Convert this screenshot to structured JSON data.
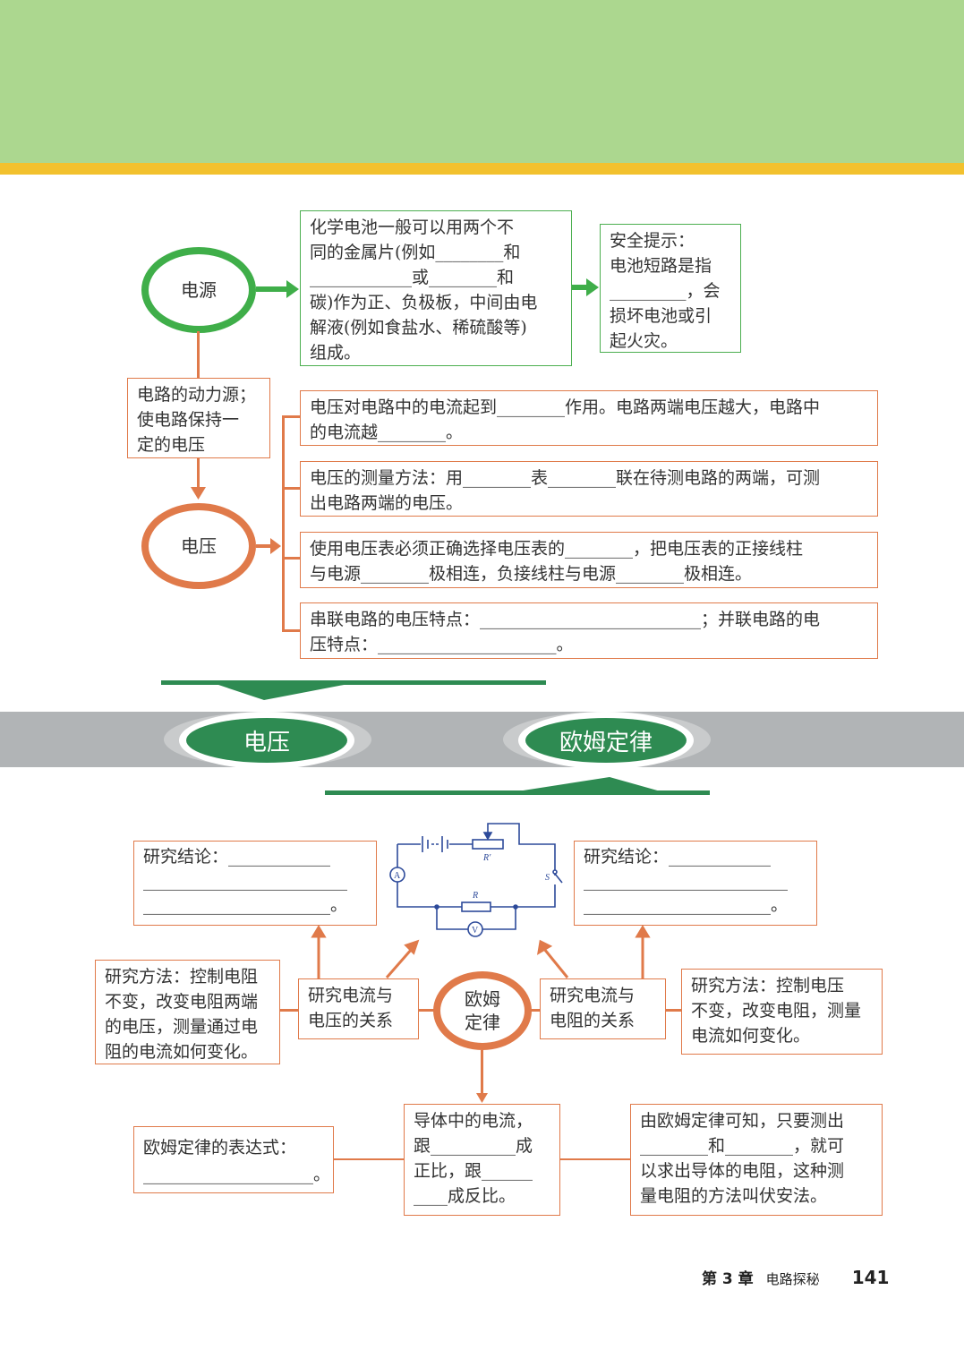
{
  "colors": {
    "header": "#acd78f",
    "stripe": "#f2c12e",
    "green": "#4caf50",
    "orange": "#e07a4a",
    "band": "#b1b4b6",
    "pill": "#2e8b52"
  },
  "top": {
    "power_circle": "电源",
    "voltage_circle": "电压",
    "battery_box": [
      "化学电池一般可以用两个不",
      "同的金属片(例如________和",
      "____________或________和",
      "碳)作为正、负极板，中间由电",
      "解液(例如食盐水、稀硫酸等)",
      "组成。"
    ],
    "safety_box": [
      "安全提示：",
      "电池短路是指",
      "_________，会",
      "损坏电池或引",
      "起火灾。"
    ],
    "power_role_box": [
      "电路的动力源；",
      "使电路保持一",
      "定的电压"
    ],
    "voltage_items": [
      [
        "电压对电路中的电流起到________作用。电路两端电压越大，电路中",
        "的电流越________。"
      ],
      [
        "电压的测量方法：用________表________联在待测电路的两端，可测",
        "出电路两端的电压。"
      ],
      [
        "使用电压表必须正确选择电压表的________，把电压表的正接线柱",
        "与电源________极相连，负接线柱与电源________极相连。"
      ],
      [
        "串联电路的电压特点：__________________________；并联电路的电",
        "压特点：_____________________。"
      ]
    ]
  },
  "band": {
    "left_title": "电压",
    "right_title": "欧姆定律"
  },
  "bottom": {
    "conclusion_left": [
      "研究结论：____________",
      "________________________",
      "______________________。"
    ],
    "conclusion_right": [
      "研究结论：____________",
      "________________________",
      "______________________。"
    ],
    "circuit_labels": {
      "rheostat": "R′",
      "resistor": "R",
      "ammeter": "A",
      "voltmeter": "V",
      "switch": "S"
    },
    "method_left": [
      "研究方法：控制电阻",
      "不变，改变电阻两端",
      "的电压，测量通过电",
      "阻的电流如何变化。"
    ],
    "relation_voltage": [
      "研究电流与",
      "电压的关系"
    ],
    "ohm_circle": [
      "欧姆",
      "定律"
    ],
    "relation_resistance": [
      "研究电流与",
      "电阻的关系"
    ],
    "method_right": [
      "研究方法：控制电压",
      "不变，改变电阻，测量",
      "电流如何变化。"
    ],
    "expression": [
      "欧姆定律的表达式：",
      "____________________。"
    ],
    "statement": [
      "导体中的电流，",
      "跟__________成",
      "正比，跟______",
      "____成反比。"
    ],
    "voltammetry": [
      "由欧姆定律可知，只要测出",
      "________和________，就可",
      "以求出导体的电阻，这种测",
      "量电阻的方法叫伏安法。"
    ]
  },
  "footer": {
    "chapter": "第 3 章",
    "chapter_title": "电路探秘",
    "page": "141"
  }
}
